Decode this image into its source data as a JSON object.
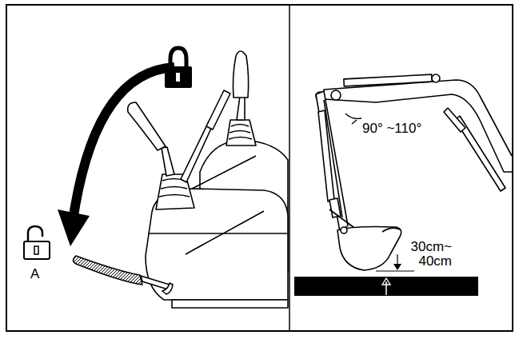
{
  "diagram": {
    "labels": [
      "A",
      "90° ~110°",
      "30cm~ 40cm"
    ]
  }
}
